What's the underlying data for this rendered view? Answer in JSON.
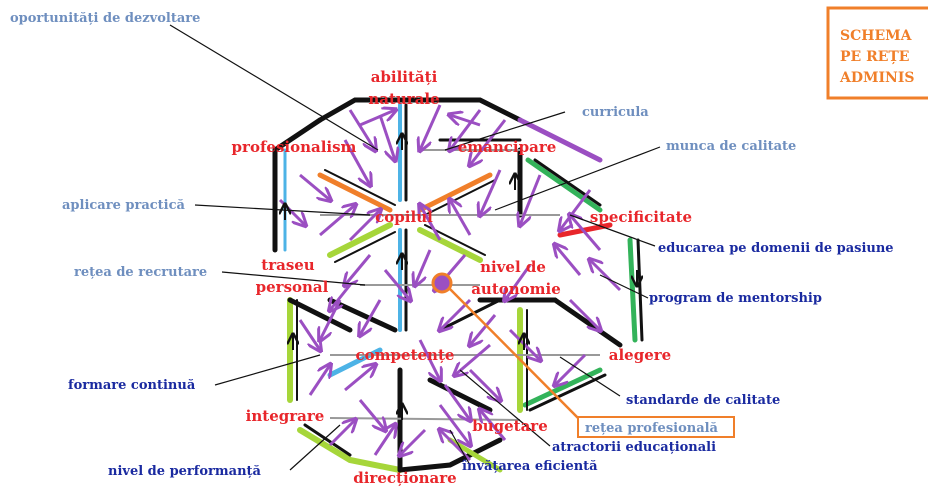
{
  "title_box": {
    "lines": [
      "SCHEMA",
      "PE REȚE",
      "ADMINIS"
    ],
    "color": "#f07f2a"
  },
  "center_labels": {
    "abilitati": "abilități",
    "naturale": "naturale",
    "profesionalism": "profesionalism",
    "emancipare": "emancipare",
    "copilul": "copilul",
    "specificitate": "specificitate",
    "traseu": "traseu",
    "personal": "personal",
    "nivel_de": "nivel de",
    "autonomie": "autonomie",
    "competente": "competențe",
    "alegere": "alegere",
    "integrare": "integrare",
    "bugetare": "bugetare",
    "directionare": "direcționare"
  },
  "outer_labels": {
    "oportunitati": "oportunități de dezvoltare",
    "curricula": "curricula",
    "munca": "munca de calitate",
    "aplicare": "aplicare practică",
    "educarea": "educarea pe domenii de pasiune",
    "retea_recrutare": "rețea de recrutare",
    "mentorship": "program de mentorship",
    "formare": "formare continuă",
    "standarde": "standarde de calitate",
    "retea_prof": "rețea profesională",
    "atractorii": "atractorii educaționali",
    "performanta": "nivel de performanță",
    "invatarea": "învățarea eficientă"
  },
  "colors": {
    "red_label": "#e8262b",
    "light_blue_label": "#6f8fbf",
    "dark_blue_label": "#1a2aa0",
    "purple_arrows": "#9b4fc2",
    "orange_highlight": "#f07f2a"
  }
}
